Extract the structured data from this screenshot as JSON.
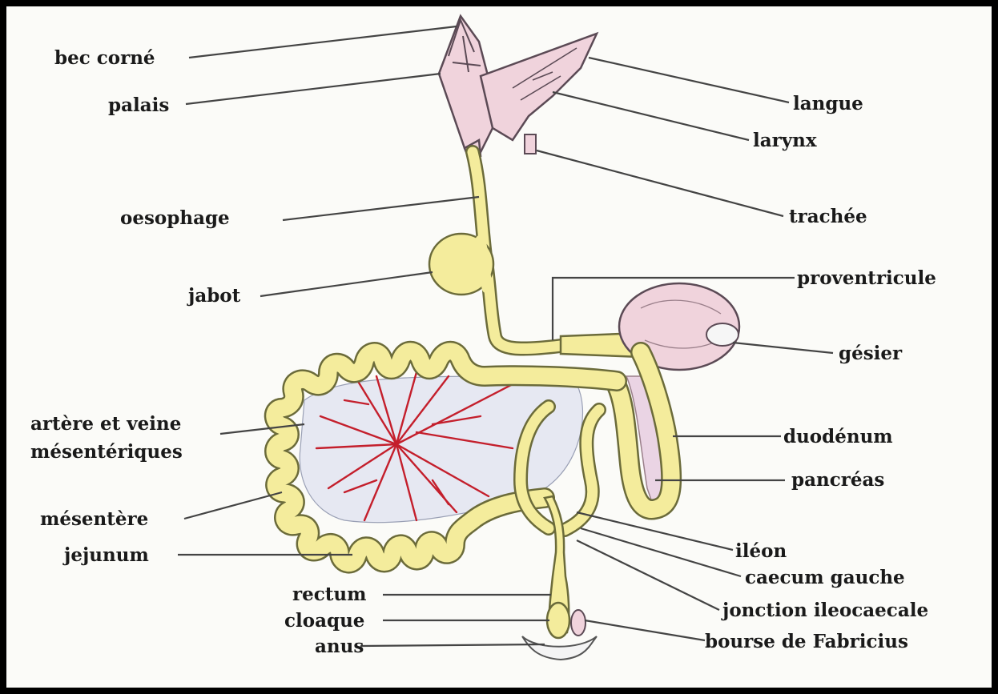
{
  "labels": {
    "bec_corne": "bec corné",
    "palais": "palais",
    "langue": "langue",
    "larynx": "larynx",
    "oesophage": "oesophage",
    "trachee": "trachée",
    "jabot": "jabot",
    "proventricule": "proventricule",
    "gesier": "gésier",
    "artere_veine_1": "artère et veine",
    "artere_veine_2": "mésentériques",
    "duodenum": "duodénum",
    "pancreas": "pancréas",
    "mesentere": "mésentère",
    "jejunum": "jejunum",
    "ileon": "iléon",
    "caecum_gauche": "caecum gauche",
    "rectum": "rectum",
    "jonction": "jonction ileocaecale",
    "cloaque": "cloaque",
    "anus": "anus",
    "bourse": "bourse de Fabricius"
  },
  "colors": {
    "organ_yellow": "#f4ec9c",
    "organ_pink": "#f0d3dc",
    "mesentery": "#e6e8f2",
    "vessel_red": "#c41f2c",
    "frame": "#000000"
  }
}
